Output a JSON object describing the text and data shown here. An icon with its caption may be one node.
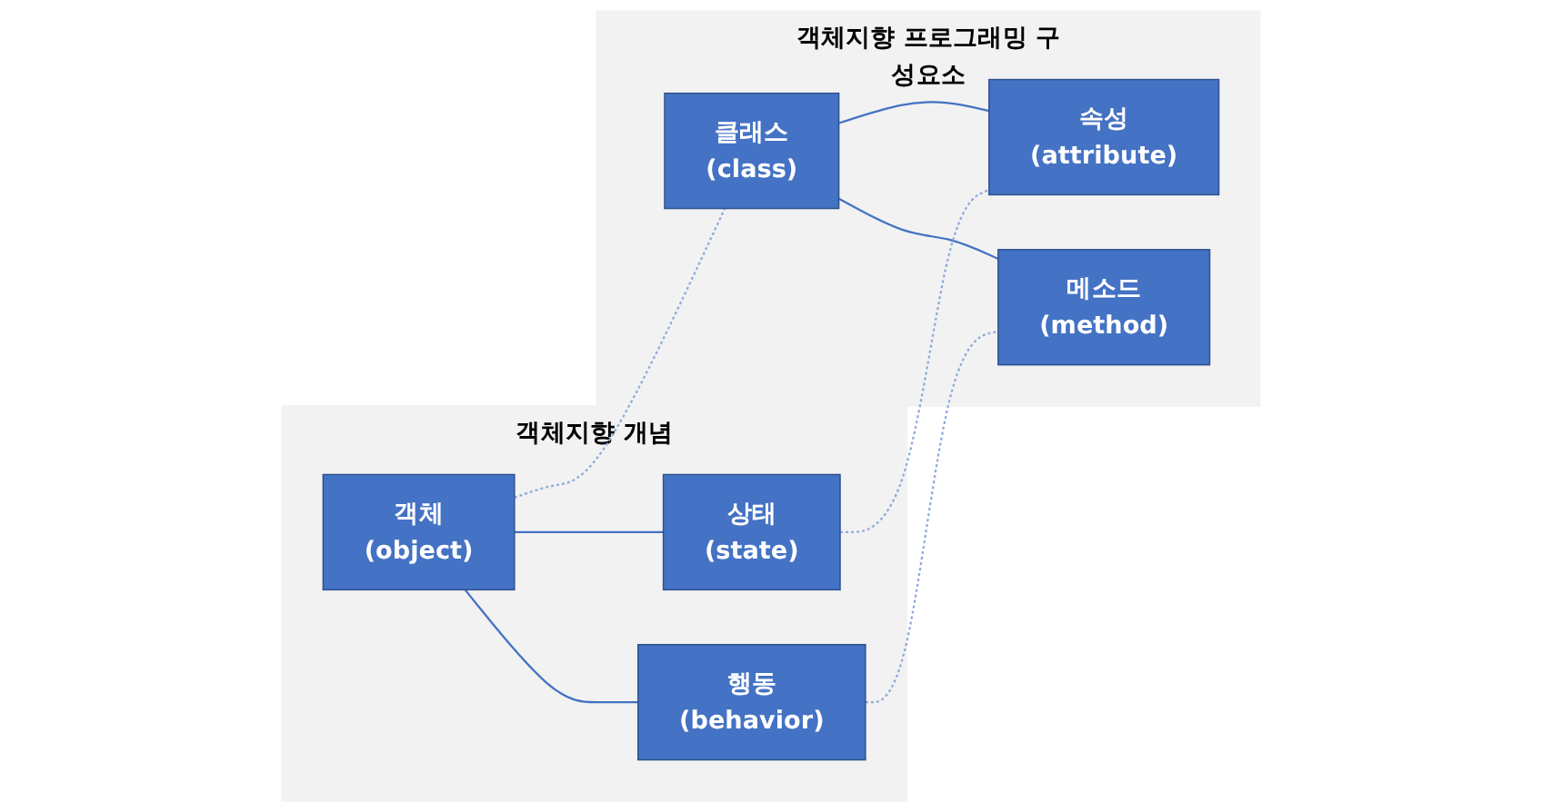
{
  "diagram": {
    "nodes": [
      {
        "text": [
          "객체지향 개념"
        ]
      },
      {
        "text": [
          "객체",
          "(object)"
        ],
        "in": 0
      },
      {
        "text": [
          "상태",
          "(state)"
        ],
        "in": 0
      },
      {
        "text": [
          "행동",
          "(behavior)"
        ],
        "in": 0
      },
      {
        "text": [
          "객체지향 프로그래밍 구성요소"
        ]
      },
      {
        "text": [
          "클래스",
          "(class)"
        ],
        "in": 4
      },
      {
        "text": [
          "속성",
          "(attribute)"
        ],
        "in": 4
      },
      {
        "text": [
          "메소드",
          "(method)"
        ],
        "in": 4
      }
    ],
    "edges": [
      {
        "from": 1,
        "to": 2,
        "arrow": "none"
      },
      {
        "from": 1,
        "to": 3,
        "arrow": "none"
      },
      {
        "from": 5,
        "to": 6,
        "arrow": "none"
      },
      {
        "from": 5,
        "to": 7,
        "arrow": "none"
      },
      {
        "from": 1,
        "to": 5,
        "arrow": "none",
        "style": "dashed"
      },
      {
        "from": 2,
        "to": 6,
        "arrow": "none",
        "style": "dashed"
      },
      {
        "from": 3,
        "to": 7,
        "arrow": "none",
        "style": "dashed"
      }
    ]
  }
}
